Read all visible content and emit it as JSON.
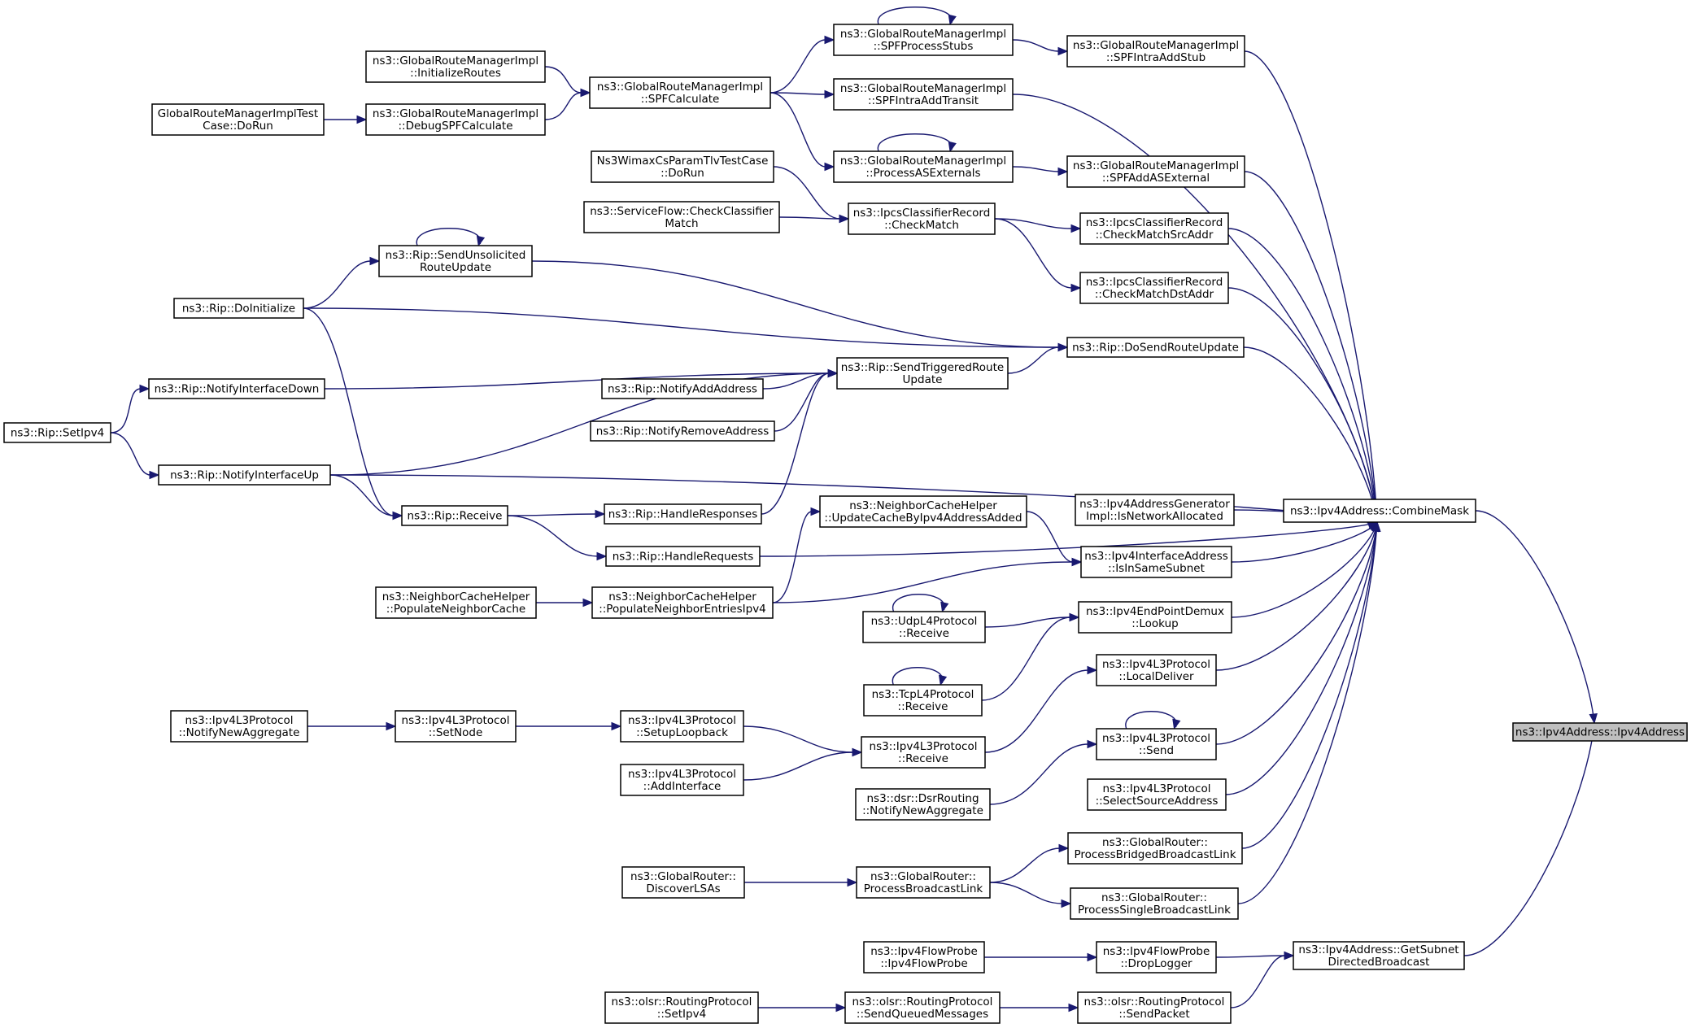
{
  "graph": {
    "root": "root",
    "colors": {
      "edge": "#191970",
      "root_fill": "#bfbfbf",
      "node_fill": "#ffffff",
      "border": "#000000"
    },
    "nodes": [
      {
        "id": "root",
        "lines": [
          "ns3::Ipv4Address::Ipv4Address"
        ]
      },
      {
        "id": "combine",
        "lines": [
          "ns3::Ipv4Address::CombineMask"
        ]
      },
      {
        "id": "getsubnet",
        "lines": [
          "ns3::Ipv4Address::GetSubnet",
          "DirectedBroadcast"
        ]
      },
      {
        "id": "spfstubs",
        "lines": [
          "ns3::GlobalRouteManagerImpl",
          "::SPFProcessStubs"
        ]
      },
      {
        "id": "spfintraaddstub",
        "lines": [
          "ns3::GlobalRouteManagerImpl",
          "::SPFIntraAddStub"
        ]
      },
      {
        "id": "initroutes",
        "lines": [
          "ns3::GlobalRouteManagerImpl",
          "::InitializeRoutes"
        ]
      },
      {
        "id": "spfcalc",
        "lines": [
          "ns3::GlobalRouteManagerImpl",
          "::SPFCalculate"
        ]
      },
      {
        "id": "spfintratransit",
        "lines": [
          "ns3::GlobalRouteManagerImpl",
          "::SPFIntraAddTransit"
        ]
      },
      {
        "id": "grmtest",
        "lines": [
          "GlobalRouteManagerImplTest",
          "Case::DoRun"
        ]
      },
      {
        "id": "debugspf",
        "lines": [
          "ns3::GlobalRouteManagerImpl",
          "::DebugSPFCalculate"
        ]
      },
      {
        "id": "procasext",
        "lines": [
          "ns3::GlobalRouteManagerImpl",
          "::ProcessASExternals"
        ]
      },
      {
        "id": "spfaddasext",
        "lines": [
          "ns3::GlobalRouteManagerImpl",
          "::SPFAddASExternal"
        ]
      },
      {
        "id": "wimax",
        "lines": [
          "Ns3WimaxCsParamTlvTestCase",
          "::DoRun"
        ]
      },
      {
        "id": "checkclassifier",
        "lines": [
          "ns3::ServiceFlow::CheckClassifier",
          "Match"
        ]
      },
      {
        "id": "checkmatch",
        "lines": [
          "ns3::IpcsClassifierRecord",
          "::CheckMatch"
        ]
      },
      {
        "id": "checksrc",
        "lines": [
          "ns3::IpcsClassifierRecord",
          "::CheckMatchSrcAddr"
        ]
      },
      {
        "id": "checkdst",
        "lines": [
          "ns3::IpcsClassifierRecord",
          "::CheckMatchDstAddr"
        ]
      },
      {
        "id": "sendunsol",
        "lines": [
          "ns3::Rip::SendUnsolicited",
          "RouteUpdate"
        ]
      },
      {
        "id": "ripdoinit",
        "lines": [
          "ns3::Rip::DoInitialize"
        ]
      },
      {
        "id": "dosendroute",
        "lines": [
          "ns3::Rip::DoSendRouteUpdate"
        ]
      },
      {
        "id": "sendtriggered",
        "lines": [
          "ns3::Rip::SendTriggeredRoute",
          "Update"
        ]
      },
      {
        "id": "notifydown",
        "lines": [
          "ns3::Rip::NotifyInterfaceDown"
        ]
      },
      {
        "id": "notifyadd",
        "lines": [
          "ns3::Rip::NotifyAddAddress"
        ]
      },
      {
        "id": "notifyremove",
        "lines": [
          "ns3::Rip::NotifyRemoveAddress"
        ]
      },
      {
        "id": "ripsetipv4",
        "lines": [
          "ns3::Rip::SetIpv4"
        ]
      },
      {
        "id": "notifyup",
        "lines": [
          "ns3::Rip::NotifyInterfaceUp"
        ]
      },
      {
        "id": "ripreceive",
        "lines": [
          "ns3::Rip::Receive"
        ]
      },
      {
        "id": "handleresp",
        "lines": [
          "ns3::Rip::HandleResponses"
        ]
      },
      {
        "id": "handlereq",
        "lines": [
          "ns3::Rip::HandleRequests"
        ]
      },
      {
        "id": "updatecache",
        "lines": [
          "ns3::NeighborCacheHelper",
          "::UpdateCacheByIpv4AddressAdded"
        ]
      },
      {
        "id": "isnetalloc",
        "lines": [
          "ns3::Ipv4AddressGenerator",
          "Impl::IsNetworkAllocated"
        ]
      },
      {
        "id": "issamesubnet",
        "lines": [
          "ns3::Ipv4InterfaceAddress",
          "::IsInSameSubnet"
        ]
      },
      {
        "id": "popneighcache",
        "lines": [
          "ns3::NeighborCacheHelper",
          "::PopulateNeighborCache"
        ]
      },
      {
        "id": "popneighentries",
        "lines": [
          "ns3::NeighborCacheHelper",
          "::PopulateNeighborEntriesIpv4"
        ]
      },
      {
        "id": "udprecv",
        "lines": [
          "ns3::UdpL4Protocol",
          "::Receive"
        ]
      },
      {
        "id": "lookup",
        "lines": [
          "ns3::Ipv4EndPointDemux",
          "::Lookup"
        ]
      },
      {
        "id": "tcprecv",
        "lines": [
          "ns3::TcpL4Protocol",
          "::Receive"
        ]
      },
      {
        "id": "localdeliver",
        "lines": [
          "ns3::Ipv4L3Protocol",
          "::LocalDeliver"
        ]
      },
      {
        "id": "notifynewagg",
        "lines": [
          "ns3::Ipv4L3Protocol",
          "::NotifyNewAggregate"
        ]
      },
      {
        "id": "setnode",
        "lines": [
          "ns3::Ipv4L3Protocol",
          "::SetNode"
        ]
      },
      {
        "id": "setuploop",
        "lines": [
          "ns3::Ipv4L3Protocol",
          "::SetupLoopback"
        ]
      },
      {
        "id": "l3receive",
        "lines": [
          "ns3::Ipv4L3Protocol",
          "::Receive"
        ]
      },
      {
        "id": "l3send",
        "lines": [
          "ns3::Ipv4L3Protocol",
          "::Send"
        ]
      },
      {
        "id": "addiface",
        "lines": [
          "ns3::Ipv4L3Protocol",
          "::AddInterface"
        ]
      },
      {
        "id": "dsrnotify",
        "lines": [
          "ns3::dsr::DsrRouting",
          "::NotifyNewAggregate"
        ]
      },
      {
        "id": "selectsrc",
        "lines": [
          "ns3::Ipv4L3Protocol",
          "::SelectSourceAddress"
        ]
      },
      {
        "id": "procbridged",
        "lines": [
          "ns3::GlobalRouter::",
          "ProcessBridgedBroadcastLink"
        ]
      },
      {
        "id": "discoverlsas",
        "lines": [
          "ns3::GlobalRouter::",
          "DiscoverLSAs"
        ]
      },
      {
        "id": "procbroadcast",
        "lines": [
          "ns3::GlobalRouter::",
          "ProcessBroadcastLink"
        ]
      },
      {
        "id": "procsingle",
        "lines": [
          "ns3::GlobalRouter::",
          "ProcessSingleBroadcastLink"
        ]
      },
      {
        "id": "flowprobe",
        "lines": [
          "ns3::Ipv4FlowProbe",
          "::Ipv4FlowProbe"
        ]
      },
      {
        "id": "droplogger",
        "lines": [
          "ns3::Ipv4FlowProbe",
          "::DropLogger"
        ]
      },
      {
        "id": "olsrsetipv4",
        "lines": [
          "ns3::olsr::RoutingProtocol",
          "::SetIpv4"
        ]
      },
      {
        "id": "olsrsendqueued",
        "lines": [
          "ns3::olsr::RoutingProtocol",
          "::SendQueuedMessages"
        ]
      },
      {
        "id": "olsrsendpacket",
        "lines": [
          "ns3::olsr::RoutingProtocol",
          "::SendPacket"
        ]
      }
    ],
    "edges": [
      {
        "from": "combine",
        "to": "root"
      },
      {
        "from": "getsubnet",
        "to": "root"
      },
      {
        "from": "spfintraaddstub",
        "to": "combine"
      },
      {
        "from": "spfintratransit",
        "to": "combine"
      },
      {
        "from": "spfaddasext",
        "to": "combine"
      },
      {
        "from": "checksrc",
        "to": "combine"
      },
      {
        "from": "checkdst",
        "to": "combine"
      },
      {
        "from": "dosendroute",
        "to": "combine"
      },
      {
        "from": "notifyup",
        "to": "combine"
      },
      {
        "from": "handlereq",
        "to": "combine"
      },
      {
        "from": "isnetalloc",
        "to": "combine"
      },
      {
        "from": "issamesubnet",
        "to": "combine"
      },
      {
        "from": "lookup",
        "to": "combine"
      },
      {
        "from": "localdeliver",
        "to": "combine"
      },
      {
        "from": "l3send",
        "to": "combine"
      },
      {
        "from": "selectsrc",
        "to": "combine"
      },
      {
        "from": "procbridged",
        "to": "combine"
      },
      {
        "from": "procsingle",
        "to": "combine"
      },
      {
        "from": "spfstubs",
        "to": "spfstubs"
      },
      {
        "from": "spfstubs",
        "to": "spfintraaddstub"
      },
      {
        "from": "spfcalc",
        "to": "spfstubs"
      },
      {
        "from": "spfcalc",
        "to": "spfintratransit"
      },
      {
        "from": "spfcalc",
        "to": "procasext"
      },
      {
        "from": "initroutes",
        "to": "spfcalc"
      },
      {
        "from": "debugspf",
        "to": "spfcalc"
      },
      {
        "from": "grmtest",
        "to": "debugspf"
      },
      {
        "from": "procasext",
        "to": "procasext"
      },
      {
        "from": "procasext",
        "to": "spfaddasext"
      },
      {
        "from": "wimax",
        "to": "checkmatch"
      },
      {
        "from": "checkclassifier",
        "to": "checkmatch"
      },
      {
        "from": "checkmatch",
        "to": "checksrc"
      },
      {
        "from": "checkmatch",
        "to": "checkdst"
      },
      {
        "from": "sendunsol",
        "to": "sendunsol"
      },
      {
        "from": "sendunsol",
        "to": "dosendroute"
      },
      {
        "from": "ripdoinit",
        "to": "sendunsol"
      },
      {
        "from": "ripdoinit",
        "to": "dosendroute"
      },
      {
        "from": "sendtriggered",
        "to": "dosendroute"
      },
      {
        "from": "notifydown",
        "to": "sendtriggered"
      },
      {
        "from": "notifyadd",
        "to": "sendtriggered"
      },
      {
        "from": "notifyremove",
        "to": "sendtriggered"
      },
      {
        "from": "notifyup",
        "to": "sendtriggered"
      },
      {
        "from": "handleresp",
        "to": "sendtriggered"
      },
      {
        "from": "ripsetipv4",
        "to": "notifydown"
      },
      {
        "from": "ripsetipv4",
        "to": "notifyup"
      },
      {
        "from": "notifyup",
        "to": "ripreceive"
      },
      {
        "from": "ripdoinit",
        "to": "ripreceive"
      },
      {
        "from": "ripreceive",
        "to": "handleresp"
      },
      {
        "from": "ripreceive",
        "to": "handlereq"
      },
      {
        "from": "popneighentries",
        "to": "updatecache"
      },
      {
        "from": "popneighentries",
        "to": "issamesubnet"
      },
      {
        "from": "popneighcache",
        "to": "popneighentries"
      },
      {
        "from": "updatecache",
        "to": "issamesubnet"
      },
      {
        "from": "udprecv",
        "to": "udprecv"
      },
      {
        "from": "udprecv",
        "to": "lookup"
      },
      {
        "from": "tcprecv",
        "to": "tcprecv"
      },
      {
        "from": "tcprecv",
        "to": "lookup"
      },
      {
        "from": "l3receive",
        "to": "localdeliver"
      },
      {
        "from": "notifynewagg",
        "to": "setnode"
      },
      {
        "from": "setnode",
        "to": "setuploop"
      },
      {
        "from": "setuploop",
        "to": "l3receive"
      },
      {
        "from": "addiface",
        "to": "l3receive"
      },
      {
        "from": "l3send",
        "to": "l3send"
      },
      {
        "from": "dsrnotify",
        "to": "l3send"
      },
      {
        "from": "discoverlsas",
        "to": "procbroadcast"
      },
      {
        "from": "procbroadcast",
        "to": "procbridged"
      },
      {
        "from": "procbroadcast",
        "to": "procsingle"
      },
      {
        "from": "flowprobe",
        "to": "droplogger"
      },
      {
        "from": "droplogger",
        "to": "getsubnet"
      },
      {
        "from": "olsrsetipv4",
        "to": "olsrsendqueued"
      },
      {
        "from": "olsrsendqueued",
        "to": "olsrsendpacket"
      },
      {
        "from": "olsrsendpacket",
        "to": "getsubnet"
      }
    ]
  }
}
